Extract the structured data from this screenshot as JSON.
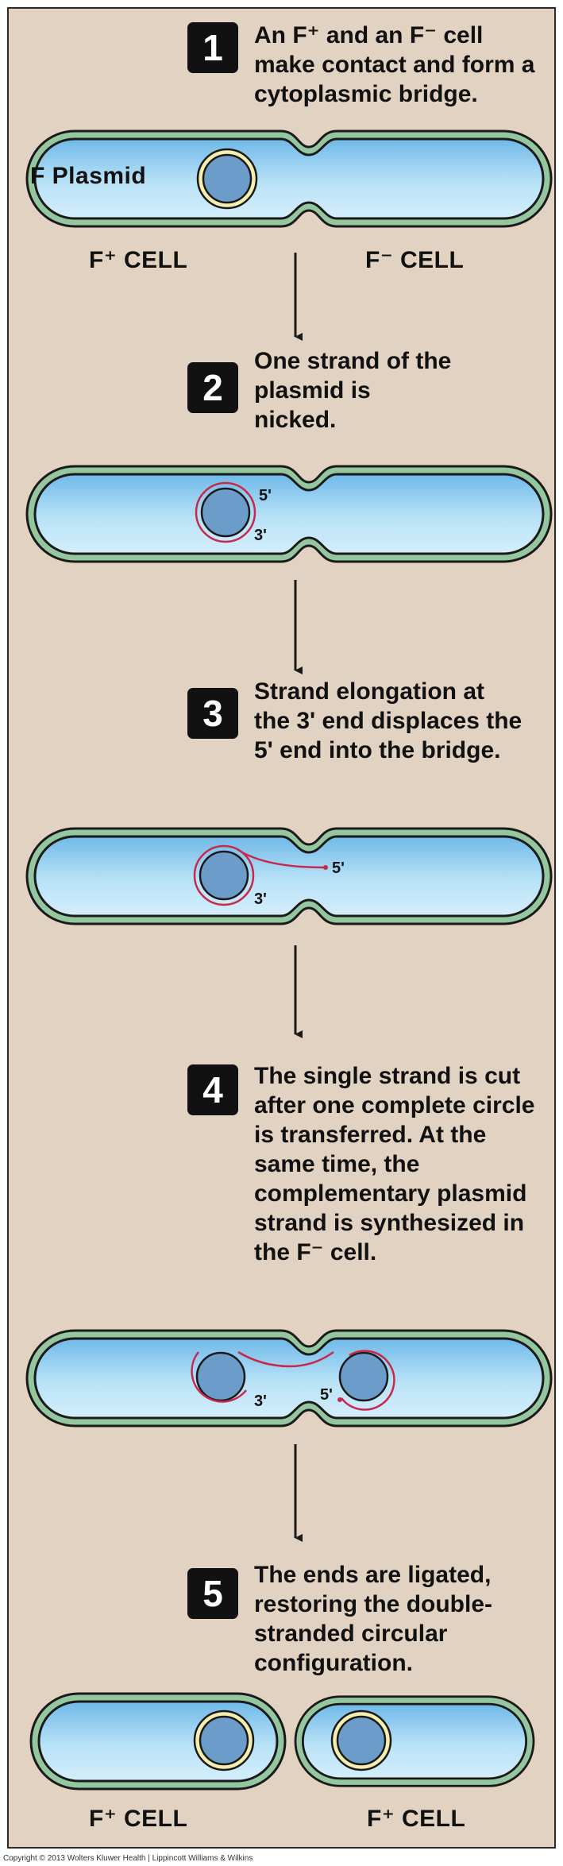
{
  "steps": [
    {
      "number": "1",
      "text": "An F⁺ and an F⁻ cell make contact and form a cytoplasmic bridge."
    },
    {
      "number": "2",
      "text": "One strand of the plasmid is nicked."
    },
    {
      "number": "3",
      "text": "Strand elongation at the 3' end displaces the 5' end into the bridge."
    },
    {
      "number": "4",
      "text": "The single strand is cut after one complete circle is transferred. At the same time, the complementary plasmid strand is synthesized in the F⁻ cell."
    },
    {
      "number": "5",
      "text": "The ends are ligated, restoring the double-stranded circular configuration."
    }
  ],
  "labels": {
    "f_plasmid": "F Plasmid",
    "top_left_cell": "F⁺ CELL",
    "top_right_cell": "F⁻ CELL",
    "bottom_left_cell": "F⁺ CELL",
    "bottom_right_cell": "F⁺ CELL",
    "five_prime": "5'",
    "three_prime": "3'"
  },
  "copyright": "Copyright © 2013 Wolters Kluwer Health | Lippincott Williams & Wilkins",
  "colors": {
    "background": "#e2d2c2",
    "membrane": "#94c7a0",
    "cytoplasm": "#9fd3f0",
    "plasmid": "#6c9cc9",
    "plasmid_ring": "#f4efb0",
    "dna_strand": "#c8284c"
  }
}
